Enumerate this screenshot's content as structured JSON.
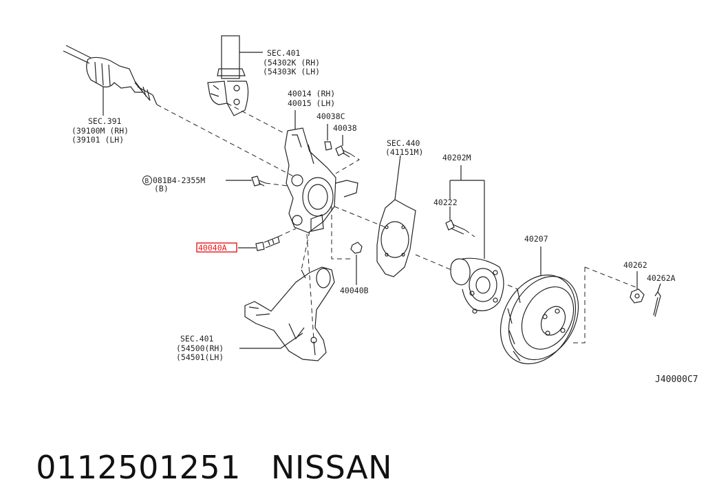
{
  "diagram": {
    "code": "J40000C7",
    "labels": {
      "drive_shaft": [
        "SEC.391",
        "(39100M (RH)",
        "(39101  (LH)"
      ],
      "strut": [
        "SEC.401",
        "(54302K (RH)",
        "(54303K (LH)"
      ],
      "knuckle": [
        "40014 (RH)",
        "40015 (LH)"
      ],
      "bolt_40038c": "40038C",
      "bolt_40038": "40038",
      "bolt_081b4": [
        "081B4-2355M",
        "(B)"
      ],
      "bolt_081b4_circle": "B",
      "highlighted_part": "40040A",
      "nut_40040b": "40040B",
      "lower_arm": [
        "SEC.401",
        "(54500(RH)",
        "(54501(LH)"
      ],
      "baffle_plate": [
        "SEC.440",
        "(41151M)"
      ],
      "hub_assembly": "40202M",
      "hub_bolt": "40222",
      "rotor": "40207",
      "nut_40262": "40262",
      "pin_40262a": "40262A"
    },
    "highlight_color": "#e8141b",
    "line_color": "#222222"
  },
  "footer": {
    "part_number": "0112501251",
    "brand": "NISSAN"
  }
}
